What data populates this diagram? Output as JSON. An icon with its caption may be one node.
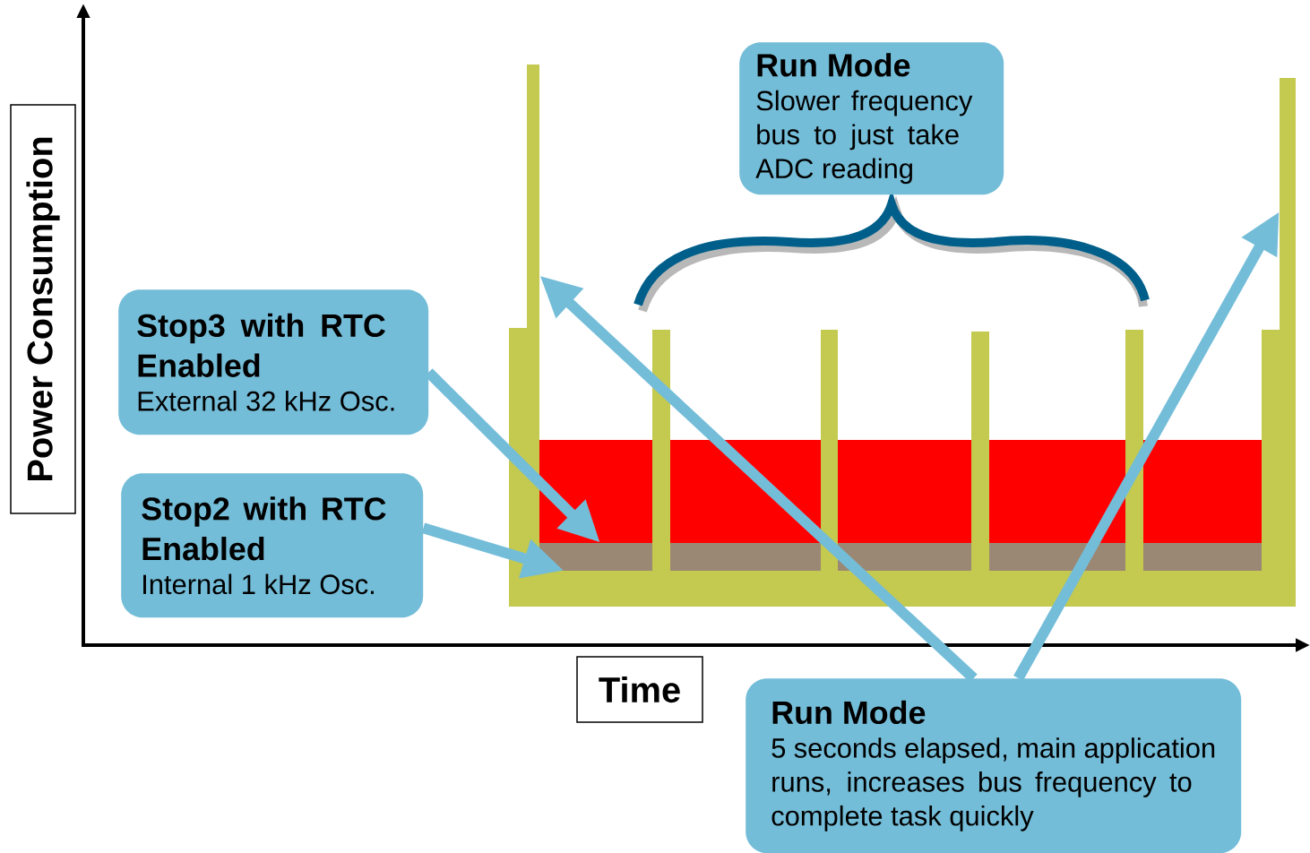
{
  "diagram": {
    "nodes": [
      {
        "text": [
          "Stop3 with RTC Enabled",
          "External 32 kHz Osc."
        ]
      },
      {
        "text": [
          "Stop2 with RTC Enabled",
          "Internal 1 kHz Osc."
        ]
      },
      {
        "text": [
          "Run Mode",
          "Slower frequency bus to just take ADC reading"
        ]
      },
      {
        "text": [
          "Run Mode",
          "5 seconds elapsed, main application runs, increases bus frequency to complete task quickly"
        ]
      },
      {
        "text": [
          "Power Consumption"
        ]
      },
      {
        "text": [
          "Time"
        ]
      },
      {
        "text": [],
        "shape": "bar"
      },
      {
        "text": [],
        "shape": "bar"
      },
      {
        "text": [],
        "shape": "bar"
      },
      {
        "text": [],
        "shape": "bar"
      }
    ],
    "edges": [
      {
        "from": 0,
        "to": 6,
        "arrow": "to"
      },
      {
        "from": 1,
        "to": 7,
        "arrow": "to"
      },
      {
        "from": 3,
        "to": 8,
        "arrow": "to"
      },
      {
        "from": 3,
        "to": 9,
        "arrow": "to"
      }
    ]
  }
}
